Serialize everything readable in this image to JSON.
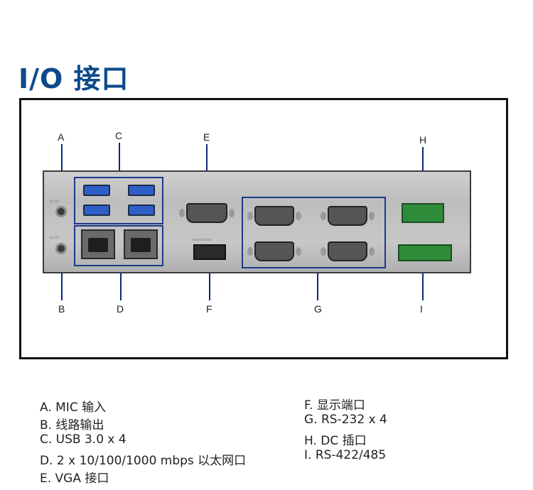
{
  "title": "I/O 接口",
  "callouts": {
    "A": "A",
    "B": "B",
    "C": "C",
    "D": "D",
    "E": "E",
    "F": "F",
    "G": "G",
    "H": "H",
    "I": "I"
  },
  "legend_left": [
    "A. MIC 输入",
    "B. 线路输出",
    "C. USB 3.0  x 4",
    "D. 2 x 10/100/1000 mbps 以太网口",
    "E. VGA 接口"
  ],
  "legend_right": [
    "F. 显示端口",
    "G. RS-232 x 4",
    "H. DC 插口",
    "I. RS-422/485"
  ],
  "colors": {
    "title": "#0d4a8a",
    "callout_line": "#0a2a78",
    "usb_blue": "#2e5fc8",
    "terminal_green": "#2e8b3a"
  }
}
